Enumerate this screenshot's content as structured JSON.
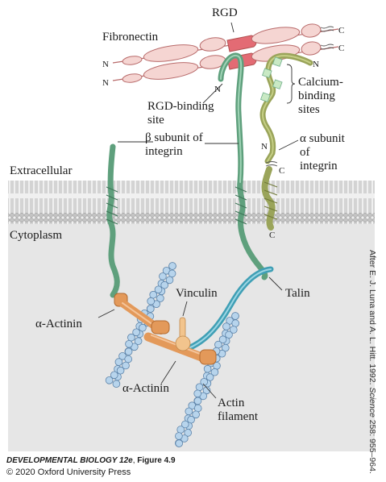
{
  "labels": {
    "rgd": "RGD",
    "fibronectin": "Fibronectin",
    "c1": "C",
    "c2": "C",
    "n1": "N",
    "n2": "N",
    "n_beta": "N",
    "n_alpha_top": "N",
    "calcium_1": "Calcium-",
    "calcium_2": "binding",
    "calcium_3": "sites",
    "rgd_site_1": "RGD-binding",
    "rgd_site_2": "site",
    "beta_1": "β subunit of",
    "beta_2": "integrin",
    "n_alpha": "N",
    "c_alpha": "C",
    "alpha_1": "α subunit",
    "alpha_2": "of",
    "alpha_3": "integrin",
    "extracellular": "Extracellular",
    "cytoplasm": "Cytoplasm",
    "c_cyto": "C",
    "vinculin": "Vinculin",
    "talin": "Talin",
    "actinin_1": "α-Actinin",
    "actinin_2": "α-Actinin",
    "actin_1": "Actin",
    "actin_2": "filament"
  },
  "credits": {
    "book_italic": "DEVELOPMENTAL BIOLOGY 12e",
    "book_rest": ", ",
    "figure": "Figure 4.9",
    "copyright": "© 2020 Oxford University Press",
    "vertical_1": "After E. J. Luna and A. L. Hitt. 1992. ",
    "vertical_italic": "Science",
    "vertical_2": " 258: 955–964."
  },
  "colors": {
    "fibronectin_fill": "#f5d5d2",
    "fibronectin_stroke": "#b86a6a",
    "rgd_red": "#e36b74",
    "beta_green": "#6fae8c",
    "alpha_olive": "#9aa45a",
    "calcium_light": "#c9e9c4",
    "talin_blue": "#3f9fb5",
    "vinculin_peach": "#f2c48d",
    "actinin_orange": "#e3995a",
    "actin_blue": "#b7d4ec",
    "membrane_gray": "#bdbdbd",
    "cytoplasm_gray": "#e6e6e6"
  }
}
